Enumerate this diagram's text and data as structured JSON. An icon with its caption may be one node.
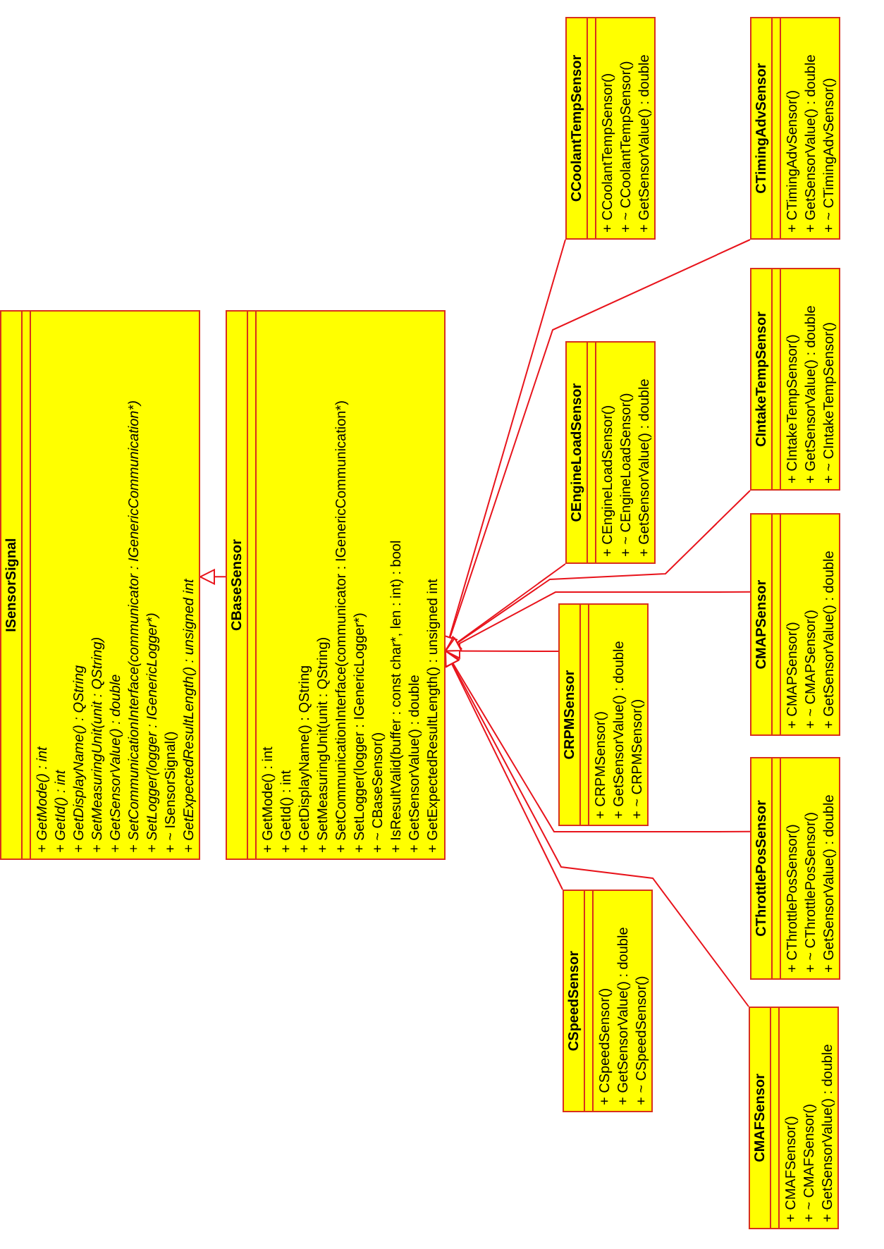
{
  "diagram": {
    "nodes": [
      {
        "text": [
          "ISensorSignal",
          "+ GetMode() : int",
          "+ GetId() : int",
          "+ GetDisplayName() : QString",
          "+ SetMeasuringUnit(unit : QString)",
          "+ GetSensorValue() : double",
          "+ SetCommunicationInterface(communicator : IGenericCommunication*)",
          "+ SetLogger(logger : IGenericLogger*)",
          "+ ~ ISensorSignal()",
          "+ GetExpectedResultLength() : unsigned int"
        ]
      },
      {
        "text": [
          "CBaseSensor",
          "+ GetMode() : int",
          "+ GetId() : int",
          "+ GetDisplayName() : QString",
          "+ SetMeasuringUnit(unit : QString)",
          "+ SetCommunicationInterface(communicator : IGenericCommunication*)",
          "+ SetLogger(logger : IGenericLogger*)",
          "+ ~ CBaseSensor()",
          "+ IsResultValid(buffer : const char*, len : int) : bool",
          "+ GetSensorValue() : double",
          "+ GetExpectedResultLength() : unsigned int"
        ]
      },
      {
        "text": [
          "CCoolantTempSensor",
          "+ CCoolantTempSensor()",
          "+ ~ CCoolantTempSensor()",
          "+ GetSensorValue() : double"
        ]
      },
      {
        "text": [
          "CEngineLoadSensor",
          "+ CEngineLoadSensor()",
          "+ ~ CEngineLoadSensor()",
          "+ GetSensorValue() : double"
        ]
      },
      {
        "text": [
          "CRPMSensor",
          "+ CRPMSensor()",
          "+ GetSensorValue() : double",
          "+ ~ CRPMSensor()"
        ]
      },
      {
        "text": [
          "CSpeedSensor",
          "+ CSpeedSensor()",
          "+ GetSensorValue() : double",
          "+ ~ CSpeedSensor()"
        ]
      },
      {
        "text": [
          "CTimingAdvSensor",
          "+ CTimingAdvSensor()",
          "+ GetSensorValue() : double",
          "+ ~ CTimingAdvSensor()"
        ]
      },
      {
        "text": [
          "CIntakeTempSensor",
          "+ CIntakeTempSensor()",
          "+ GetSensorValue() : double",
          "+ ~ CIntakeTempSensor()"
        ]
      },
      {
        "text": [
          "CMAPSensor",
          "+ CMAPSensor()",
          "+ ~ CMAPSensor()",
          "+ GetSensorValue() : double"
        ]
      },
      {
        "text": [
          "CThrottlePosSensor",
          "+ CThrottlePosSensor()",
          "+ ~ CThrottlePosSensor()",
          "+ GetSensorValue() : double"
        ]
      },
      {
        "text": [
          "CMAFSensor",
          "+ CMAFSensor()",
          "+ ~ CMAFSensor()",
          "+ GetSensorValue() : double"
        ]
      }
    ],
    "edges": [
      {
        "from": 1,
        "to": 0,
        "arrow": "to"
      },
      {
        "from": 2,
        "to": 1,
        "arrow": "to"
      },
      {
        "from": 3,
        "to": 1,
        "arrow": "to"
      },
      {
        "from": 4,
        "to": 1,
        "arrow": "to"
      },
      {
        "from": 5,
        "to": 1,
        "arrow": "to"
      },
      {
        "from": 6,
        "to": 1,
        "arrow": "to"
      },
      {
        "from": 7,
        "to": 1,
        "arrow": "to"
      },
      {
        "from": 8,
        "to": 1,
        "arrow": "to"
      },
      {
        "from": 9,
        "to": 1,
        "arrow": "to"
      },
      {
        "from": 10,
        "to": 1,
        "arrow": "to"
      }
    ]
  }
}
